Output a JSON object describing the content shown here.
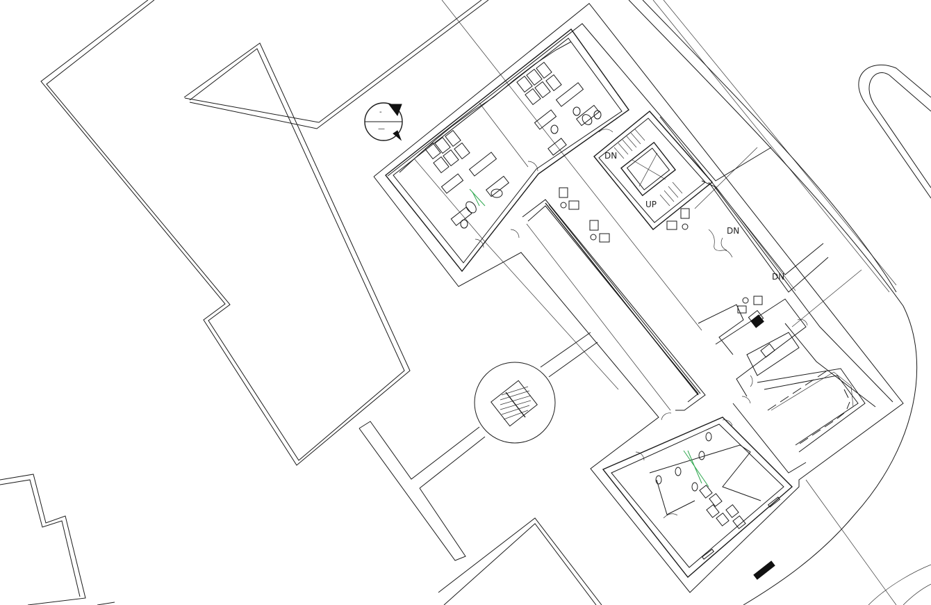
{
  "labels": {
    "dn_stair": "DN",
    "up_stair": "UP",
    "dn_ramp_upper": "DN",
    "dn_ramp_lower": "DN"
  },
  "north_arrow": {
    "top_text": "-",
    "bottom_text": "—"
  },
  "colors": {
    "line": "#1a1a1a",
    "accent": "#2fa84f",
    "background": "#ffffff"
  }
}
